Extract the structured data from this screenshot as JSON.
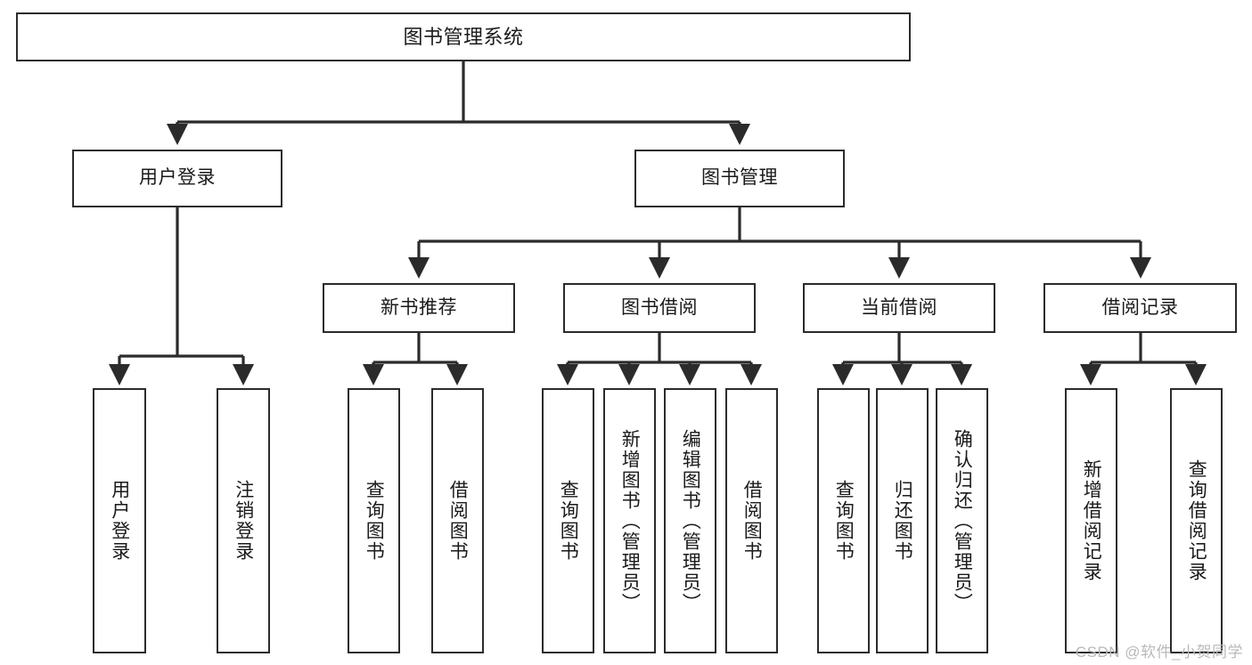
{
  "diagram": {
    "title": "图书管理系统",
    "type": "tree-hierarchy",
    "orientation": "top-down",
    "colors": {
      "box_border": "#2b2b2b",
      "box_fill": "#ffffff",
      "edge": "#2b2b2b",
      "text": "#1a1a1a",
      "watermark": "#b9b9b9"
    },
    "nodes": {
      "root": {
        "label": "图书管理系统"
      },
      "level2": [
        {
          "id": "user-login",
          "label": "用户登录"
        },
        {
          "id": "book-management",
          "label": "图书管理"
        }
      ],
      "level3": [
        {
          "id": "new-book-recommend",
          "label": "新书推荐"
        },
        {
          "id": "book-borrow",
          "label": "图书借阅"
        },
        {
          "id": "current-borrow",
          "label": "当前借阅"
        },
        {
          "id": "borrow-record",
          "label": "借阅记录"
        }
      ],
      "leaves": [
        {
          "id": "leaf-user-login",
          "label": "用户登录",
          "parent": "user-login"
        },
        {
          "id": "leaf-logout-login",
          "label": "注销登录",
          "parent": "user-login"
        },
        {
          "id": "leaf-query-book-1",
          "label": "查询图书",
          "parent": "new-book-recommend"
        },
        {
          "id": "leaf-borrow-book-1",
          "label": "借阅图书",
          "parent": "new-book-recommend"
        },
        {
          "id": "leaf-query-book-2",
          "label": "查询图书",
          "parent": "book-borrow"
        },
        {
          "id": "leaf-add-book",
          "label": "新增图书（管理员）",
          "parent": "book-borrow"
        },
        {
          "id": "leaf-edit-book",
          "label": "编辑图书（管理员）",
          "parent": "book-borrow"
        },
        {
          "id": "leaf-borrow-book-2",
          "label": "借阅图书",
          "parent": "book-borrow"
        },
        {
          "id": "leaf-query-book-3",
          "label": "查询图书",
          "parent": "current-borrow"
        },
        {
          "id": "leaf-return-book",
          "label": "归还图书",
          "parent": "current-borrow"
        },
        {
          "id": "leaf-confirm-return",
          "label": "确认归还（管理员）",
          "parent": "current-borrow"
        },
        {
          "id": "leaf-add-record",
          "label": "新增借阅记录",
          "parent": "borrow-record"
        },
        {
          "id": "leaf-query-record",
          "label": "查询借阅记录",
          "parent": "borrow-record"
        }
      ]
    }
  },
  "watermark": {
    "text": "CSDN @软件_小贺同学"
  }
}
